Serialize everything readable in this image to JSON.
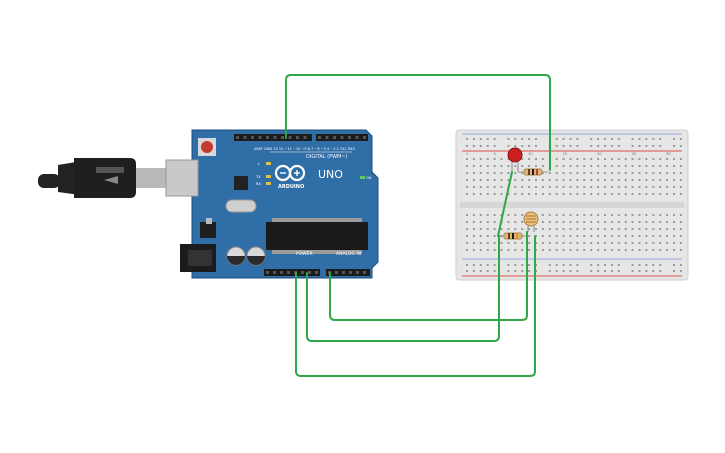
{
  "board": {
    "model_label": "UNO",
    "brand_label": "ARDUINO",
    "digital_label": "DIGITAL (PWM~)",
    "power_label": "POWER",
    "analog_label": "ANALOG IN",
    "on_label": "ON",
    "tx_label": "TX",
    "rx_label": "RX",
    "l_label": "L"
  },
  "colors": {
    "board": "#2f6ea6",
    "board_dark": "#1e4f7e",
    "wire": "#2fa84a",
    "breadboard": "#e6e6e6",
    "rail_red": "#d9534f",
    "rail_blue": "#4a6fd1",
    "led_red": "#cc1f1f",
    "usb_black": "#1f1f1f"
  },
  "breadboard_numbers": [
    "1",
    "5",
    "10",
    "15",
    "20",
    "25",
    "30"
  ]
}
